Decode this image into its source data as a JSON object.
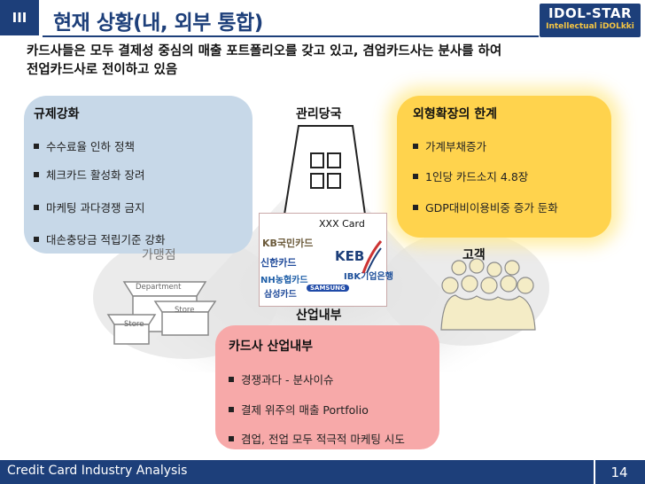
{
  "header": {
    "section_number": "III",
    "title": "현재 상황(내, 외부 통합)",
    "logo_main": "IDOL-STAR",
    "logo_sub": "Intellectual iDOLkki"
  },
  "summary": {
    "line1": "카드사들은 모두 결제성 중심의 매출 포트폴리오를 갖고 있고, 겸업카드사는 분사를 하여",
    "line2": "전업카드사로 전이하고 있음"
  },
  "regulation": {
    "title": "규제강화",
    "items": [
      "수수료율 인하 정책",
      "체크카드 활성화 장려",
      "마케팅 과다경쟁 금지",
      "대손충당금 적립기준 강화"
    ]
  },
  "expansion": {
    "title": "외형확장의 한계",
    "items": [
      "가계부채증가",
      "1인당 카드소지 4.8장",
      "GDP대비이용비중 증가 둔화"
    ]
  },
  "industry": {
    "title": "카드사 산업내부",
    "items": [
      "경쟁과다 - 분사이슈",
      "결제 위주의 매출 Portfolio",
      "겸업, 전업 모두 적극적 마케팅 시도"
    ]
  },
  "labels": {
    "regulator": "관리당국",
    "merchant": "가맹점",
    "customer": "고객",
    "industry_inside": "산업내부",
    "card_box": "XXX Card"
  },
  "illustrations": {
    "department": "Department",
    "store1": "Store",
    "store2": "Store",
    "card_logos": [
      "KB국민카드",
      "신한카드",
      "NH농협카드",
      "삼성카드",
      "SAMSUNG",
      "KEB",
      "IBK기업은행"
    ]
  },
  "footer": {
    "text": "Credit Card Industry Analysis",
    "page": "14"
  },
  "colors": {
    "navy": "#1d3f7a",
    "regulation_panel": "#c7d8e8",
    "expansion_panel": "#ffd34d",
    "industry_panel": "#f7a9a9"
  }
}
